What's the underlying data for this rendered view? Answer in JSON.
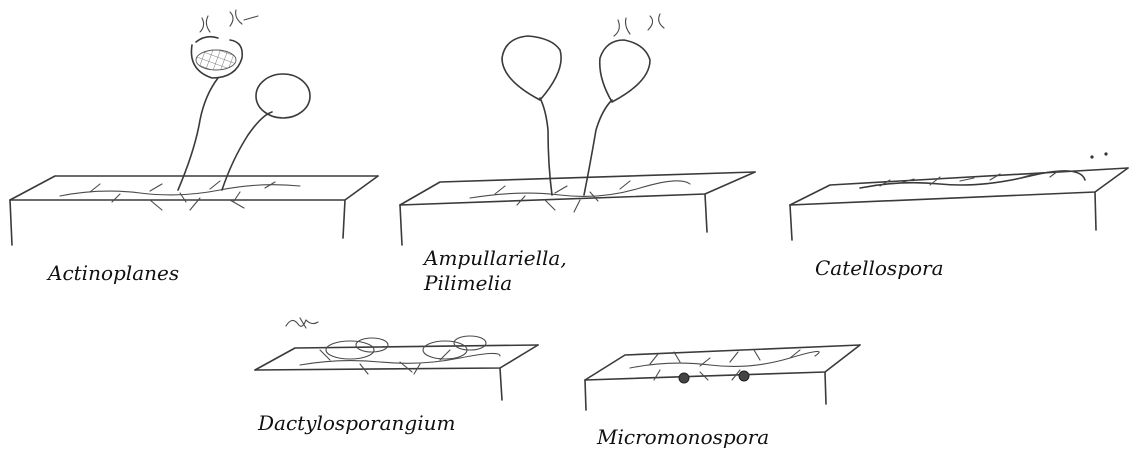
{
  "labels": {
    "actinoplanes": "Actinoplanes",
    "ampullariella_line1": "Ampullariella,",
    "ampullariella_line2": "Pilimelia",
    "catellospora": "Catellospora",
    "dactylosporangium": "Dactylosporangium",
    "micromonospora": "Micromonospora"
  }
}
